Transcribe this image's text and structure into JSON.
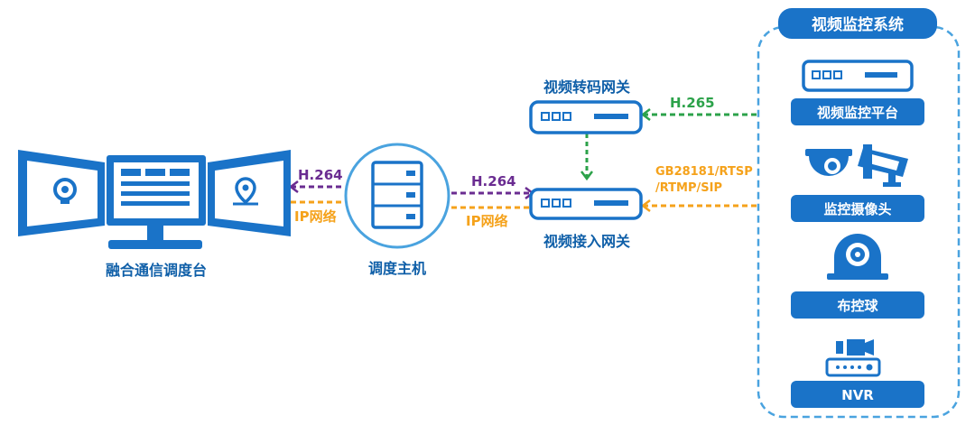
{
  "labels": {
    "console": "融合通信调度台",
    "host": "调度主机",
    "transcode_gateway": "视频转码网关",
    "access_gateway": "视频接入网关",
    "system_title": "视频监控系统"
  },
  "links": {
    "console_host_protocol": "H.264",
    "console_host_network": "IP网络",
    "host_gateway_protocol": "H.264",
    "host_gateway_network": "IP网络",
    "transcode_protocol": "H.265",
    "access_protocol_line1": "GB28181/RTSP",
    "access_protocol_line2": "/RTMP/SIP"
  },
  "devices": {
    "platform": "视频监控平台",
    "camera": "监控摄像头",
    "dome": "布控球",
    "nvr": "NVR"
  },
  "colors": {
    "blue": "#1a73c8",
    "dark_blue": "#0f5fa8",
    "light_blue": "#4aa3df",
    "purple": "#6a2c91",
    "orange": "#f5a21b",
    "green": "#2ca24a"
  }
}
